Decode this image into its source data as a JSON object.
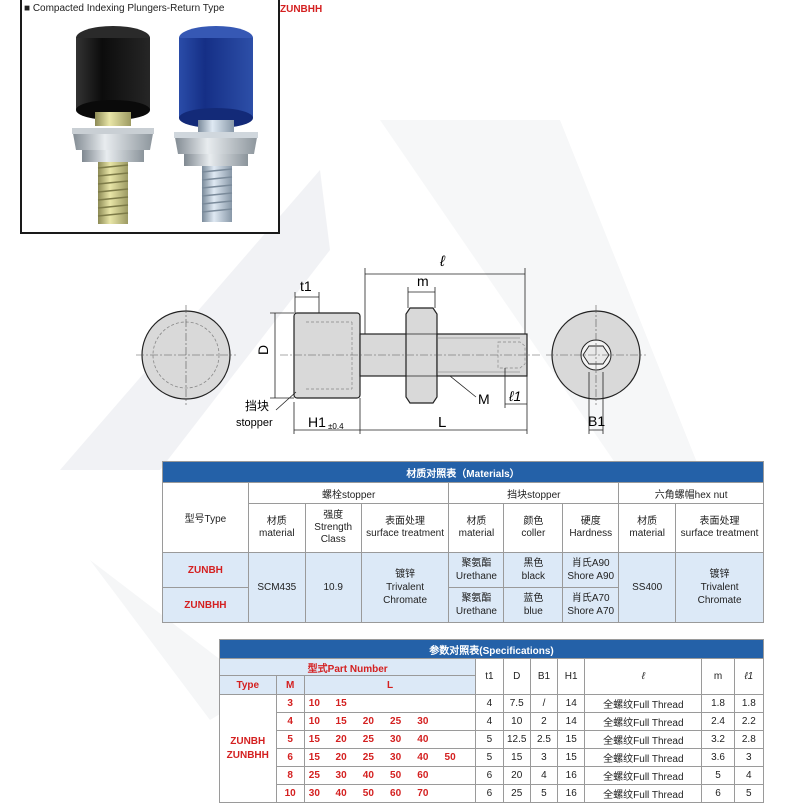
{
  "header": {
    "caption": "■ Compacted Indexing Plungers-Return Type",
    "brand": "ZUNBHH"
  },
  "drawing": {
    "labels": {
      "l": "ℓ",
      "t1": "t1",
      "m": "m",
      "D": "D",
      "stopper_cn": "挡块",
      "stopper_en": "stopper",
      "H1": "H1",
      "H1_tol": "±0.4",
      "L": "L",
      "M": "M",
      "l1": "ℓ1",
      "B1": "B1"
    }
  },
  "materials": {
    "title": "材质对照表（Materials）",
    "type_label": "型号Type",
    "group_bolt": "螺栓stopper",
    "group_stopper": "挡块stopper",
    "group_nut": "六角螺帽hex nut",
    "col_material": [
      "材质",
      "material"
    ],
    "col_strength": [
      "强度",
      "Strength",
      "Class"
    ],
    "col_surface": [
      "表面处理",
      "surface treatment"
    ],
    "col_material2": [
      "材质",
      "material"
    ],
    "col_color": [
      "颜色",
      "coller"
    ],
    "col_hardness": [
      "硬度",
      "Hardness"
    ],
    "col_material3": [
      "材质",
      "material"
    ],
    "col_surface3": [
      "表面处理",
      "surface treatment"
    ],
    "rows": [
      {
        "type": "ZUNBH",
        "st_material": [
          "聚氨酯",
          "Urethane"
        ],
        "color": [
          "黑色",
          "black"
        ],
        "hardness": [
          "肖氏A90",
          "Shore A90"
        ]
      },
      {
        "type": "ZUNBHH",
        "st_material": [
          "聚氨酯",
          "Urethane"
        ],
        "color": [
          "蓝色",
          "blue"
        ],
        "hardness": [
          "肖氏A70",
          "Shore A70"
        ]
      }
    ],
    "bolt_material": "SCM435",
    "bolt_strength": "10.9",
    "bolt_surface": [
      "镀锌",
      "Trivalent",
      "Chromate"
    ],
    "nut_material": "SS400",
    "nut_surface": [
      "镀锌",
      "Trivalent",
      "Chromate"
    ]
  },
  "specs": {
    "title": "参数对照表(Specifications)",
    "part_number": "型式Part Number",
    "type_label": "Type",
    "m_label": "M",
    "l_label": "L",
    "col_t1": "t1",
    "col_D": "D",
    "col_B1": "B1",
    "col_H1": "H1",
    "col_l": "ℓ",
    "col_m": "m",
    "col_l1": "ℓ1",
    "types": [
      "ZUNBH",
      "ZUNBHH"
    ],
    "rows": [
      {
        "M": "3",
        "L": [
          "10",
          "15",
          "",
          "",
          "",
          ""
        ],
        "t1": "4",
        "D": "7.5",
        "B1": "/",
        "H1": "14",
        "l": "全螺纹Full Thread",
        "m": "1.8",
        "l1": "1.8"
      },
      {
        "M": "4",
        "L": [
          "10",
          "15",
          "20",
          "25",
          "30",
          ""
        ],
        "t1": "4",
        "D": "10",
        "B1": "2",
        "H1": "14",
        "l": "全螺纹Full Thread",
        "m": "2.4",
        "l1": "2.2"
      },
      {
        "M": "5",
        "L": [
          "15",
          "20",
          "25",
          "30",
          "40",
          ""
        ],
        "t1": "5",
        "D": "12.5",
        "B1": "2.5",
        "H1": "15",
        "l": "全螺纹Full Thread",
        "m": "3.2",
        "l1": "2.8"
      },
      {
        "M": "6",
        "L": [
          "15",
          "20",
          "25",
          "30",
          "40",
          "50"
        ],
        "t1": "5",
        "D": "15",
        "B1": "3",
        "H1": "15",
        "l": "全螺纹Full Thread",
        "m": "3.6",
        "l1": "3"
      },
      {
        "M": "8",
        "L": [
          "25",
          "30",
          "40",
          "50",
          "60",
          ""
        ],
        "t1": "6",
        "D": "20",
        "B1": "4",
        "H1": "16",
        "l": "全螺纹Full Thread",
        "m": "5",
        "l1": "4"
      },
      {
        "M": "10",
        "L": [
          "30",
          "40",
          "50",
          "60",
          "70",
          ""
        ],
        "t1": "6",
        "D": "25",
        "B1": "5",
        "H1": "16",
        "l": "全螺纹Full Thread",
        "m": "6",
        "l1": "5"
      }
    ]
  },
  "colors": {
    "header_blue": "#2461a8",
    "cell_blue": "#dce9f7",
    "brand_red": "#d42020",
    "plunger_black": "#111111",
    "plunger_blue": "#1f3f9a"
  }
}
